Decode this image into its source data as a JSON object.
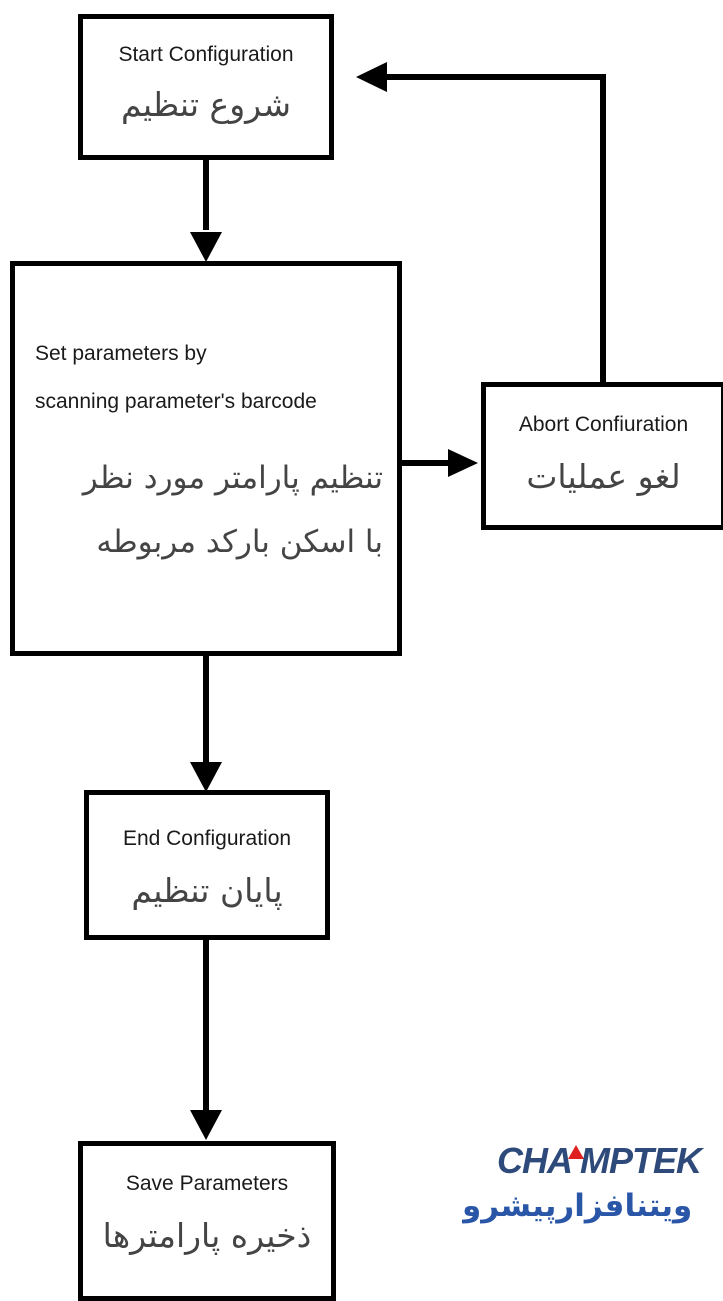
{
  "nodes": {
    "start": {
      "en": "Start Configuration",
      "fa": "شروع تنظیم"
    },
    "set": {
      "en_line1": "Set parameters by",
      "en_line2": "scanning parameter's barcode",
      "fa_line1": "تنظیم پارامتر مورد نظر",
      "fa_line2": "با اسکن بارکد مربوطه"
    },
    "abort": {
      "en": "Abort Confiuration",
      "fa": "لغو عملیات"
    },
    "end": {
      "en": "End Configuration",
      "fa": "پایان تنظیم"
    },
    "save": {
      "en": "Save Parameters",
      "fa": "ذخیره پارامترها"
    }
  },
  "logo": {
    "brand": "CHAMPTEK",
    "brand_part1": "CHA",
    "brand_part2": "MPTEK",
    "subtitle": "ویتنافزارپیشرو",
    "brand_color": "#2e4a7a",
    "accent_color": "#e02020",
    "subtitle_color": "#2a56a8"
  }
}
